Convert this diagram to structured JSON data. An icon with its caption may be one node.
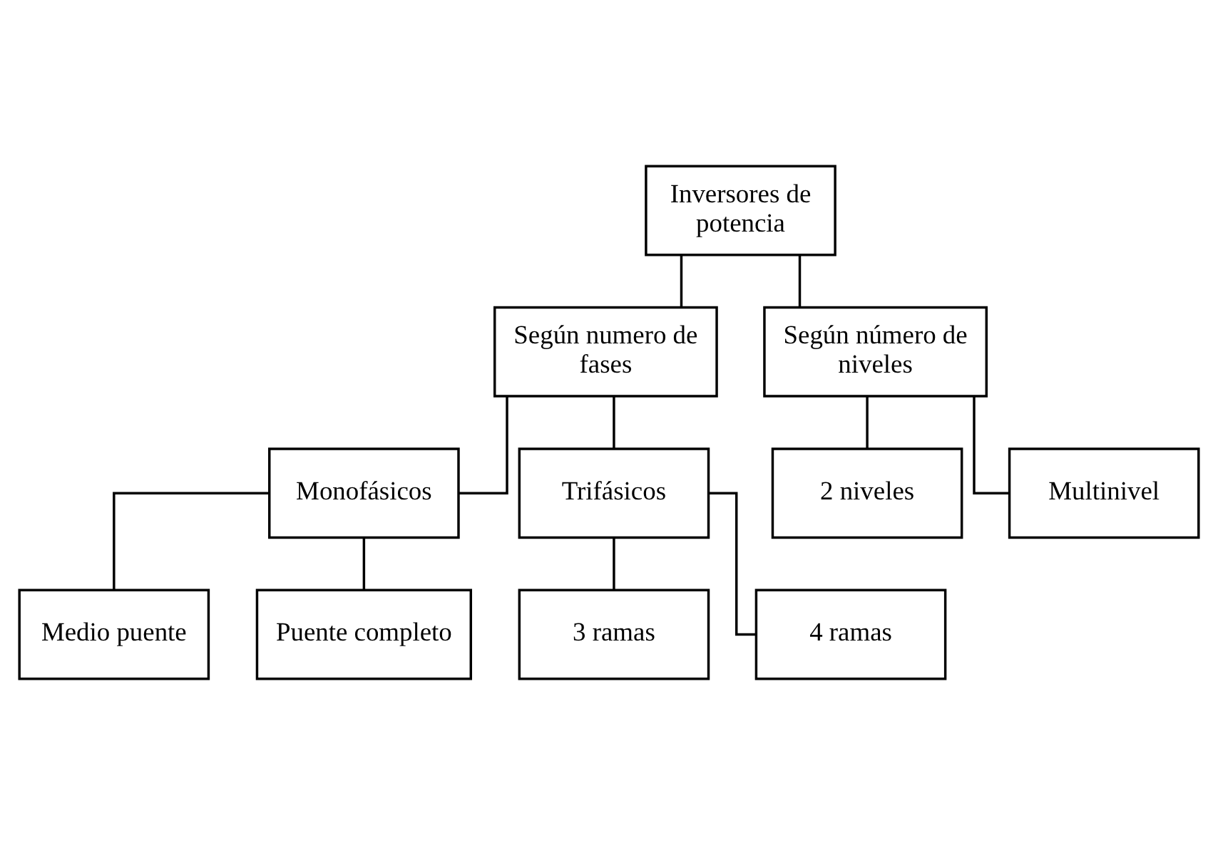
{
  "diagram": {
    "nodes": [
      {
        "text": [
          "Inversores de potencia"
        ]
      },
      {
        "text": [
          "Según numero de fases"
        ]
      },
      {
        "text": [
          "Según número de niveles"
        ]
      },
      {
        "text": [
          "Monofásicos"
        ]
      },
      {
        "text": [
          "Trifásicos"
        ]
      },
      {
        "text": [
          "Medio puente"
        ]
      },
      {
        "text": [
          "Puente completo"
        ]
      },
      {
        "text": [
          "3 ramas"
        ]
      },
      {
        "text": [
          "4 ramas"
        ]
      },
      {
        "text": [
          "2 niveles"
        ]
      },
      {
        "text": [
          "Multinivel"
        ]
      }
    ],
    "edges": [
      {
        "from": 0,
        "to": 1,
        "arrow": "none"
      },
      {
        "from": 0,
        "to": 2,
        "arrow": "none"
      },
      {
        "from": 1,
        "to": 3,
        "arrow": "none"
      },
      {
        "from": 1,
        "to": 4,
        "arrow": "none"
      },
      {
        "from": 3,
        "to": 5,
        "arrow": "none"
      },
      {
        "from": 3,
        "to": 6,
        "arrow": "none"
      },
      {
        "from": 4,
        "to": 7,
        "arrow": "none"
      },
      {
        "from": 4,
        "to": 8,
        "arrow": "none"
      },
      {
        "from": 2,
        "to": 9,
        "arrow": "none"
      },
      {
        "from": 2,
        "to": 10,
        "arrow": "none"
      }
    ]
  }
}
